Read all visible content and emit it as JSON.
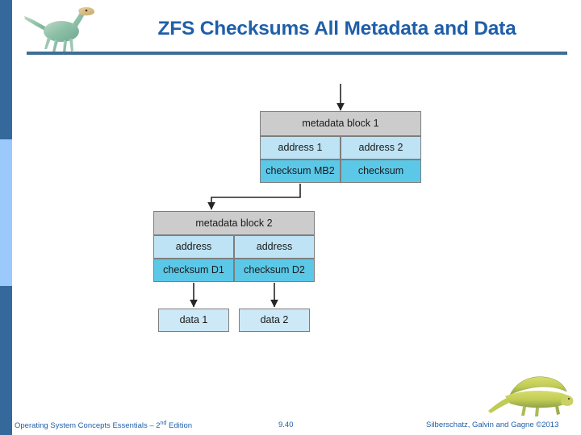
{
  "slide": {
    "title": "ZFS Checksums All Metadata and Data",
    "title_color": "#1F5FA9",
    "rule_color": "#3E6E93",
    "accent_dark": "#36699B",
    "accent_light": "#9BC9FB",
    "logo_icon": "dinosaur-logo-icon",
    "corner_icon": "dimetrodon-icon"
  },
  "footer": {
    "left_main": "Operating System Concepts Essentials",
    "left_dash": " – 2",
    "left_sup": "nd",
    "left_tail": " Edition",
    "page_number": "9.40",
    "right": "Silberschatz, Galvin and Gagne ©2013",
    "color": "#1F5FA9"
  },
  "diagram": {
    "name": "zfs-checksum-tree",
    "colors": {
      "header_cell": "#CCCCCC",
      "address_cell": "#BDE3F5",
      "checksum_cell": "#5BC8E8",
      "data_cell": "#CDE8F6",
      "border": "#7E7E7E",
      "arrow": "#262626"
    },
    "blocks": [
      {
        "id": "metadata-block-1",
        "header": "metadata block 1",
        "addresses": [
          "address 1",
          "address 2"
        ],
        "checksums": [
          "checksum MB2",
          "checksum"
        ]
      },
      {
        "id": "metadata-block-2",
        "header": "metadata block 2",
        "addresses": [
          "address",
          "address"
        ],
        "checksums": [
          "checksum D1",
          "checksum D2"
        ]
      }
    ],
    "data_blocks": [
      "data 1",
      "data 2"
    ],
    "arrows": [
      {
        "name": "inbound-arrow-to-block-1",
        "from": "top",
        "to": "metadata-block-1"
      },
      {
        "name": "elbow-arrow-mb2-to-block-2",
        "from": "checksum MB2",
        "to": "metadata block 2"
      },
      {
        "name": "arrow-d1-to-data-1",
        "from": "checksum D1",
        "to": "data 1"
      },
      {
        "name": "arrow-d2-to-data-2",
        "from": "checksum D2",
        "to": "data 2"
      }
    ]
  }
}
